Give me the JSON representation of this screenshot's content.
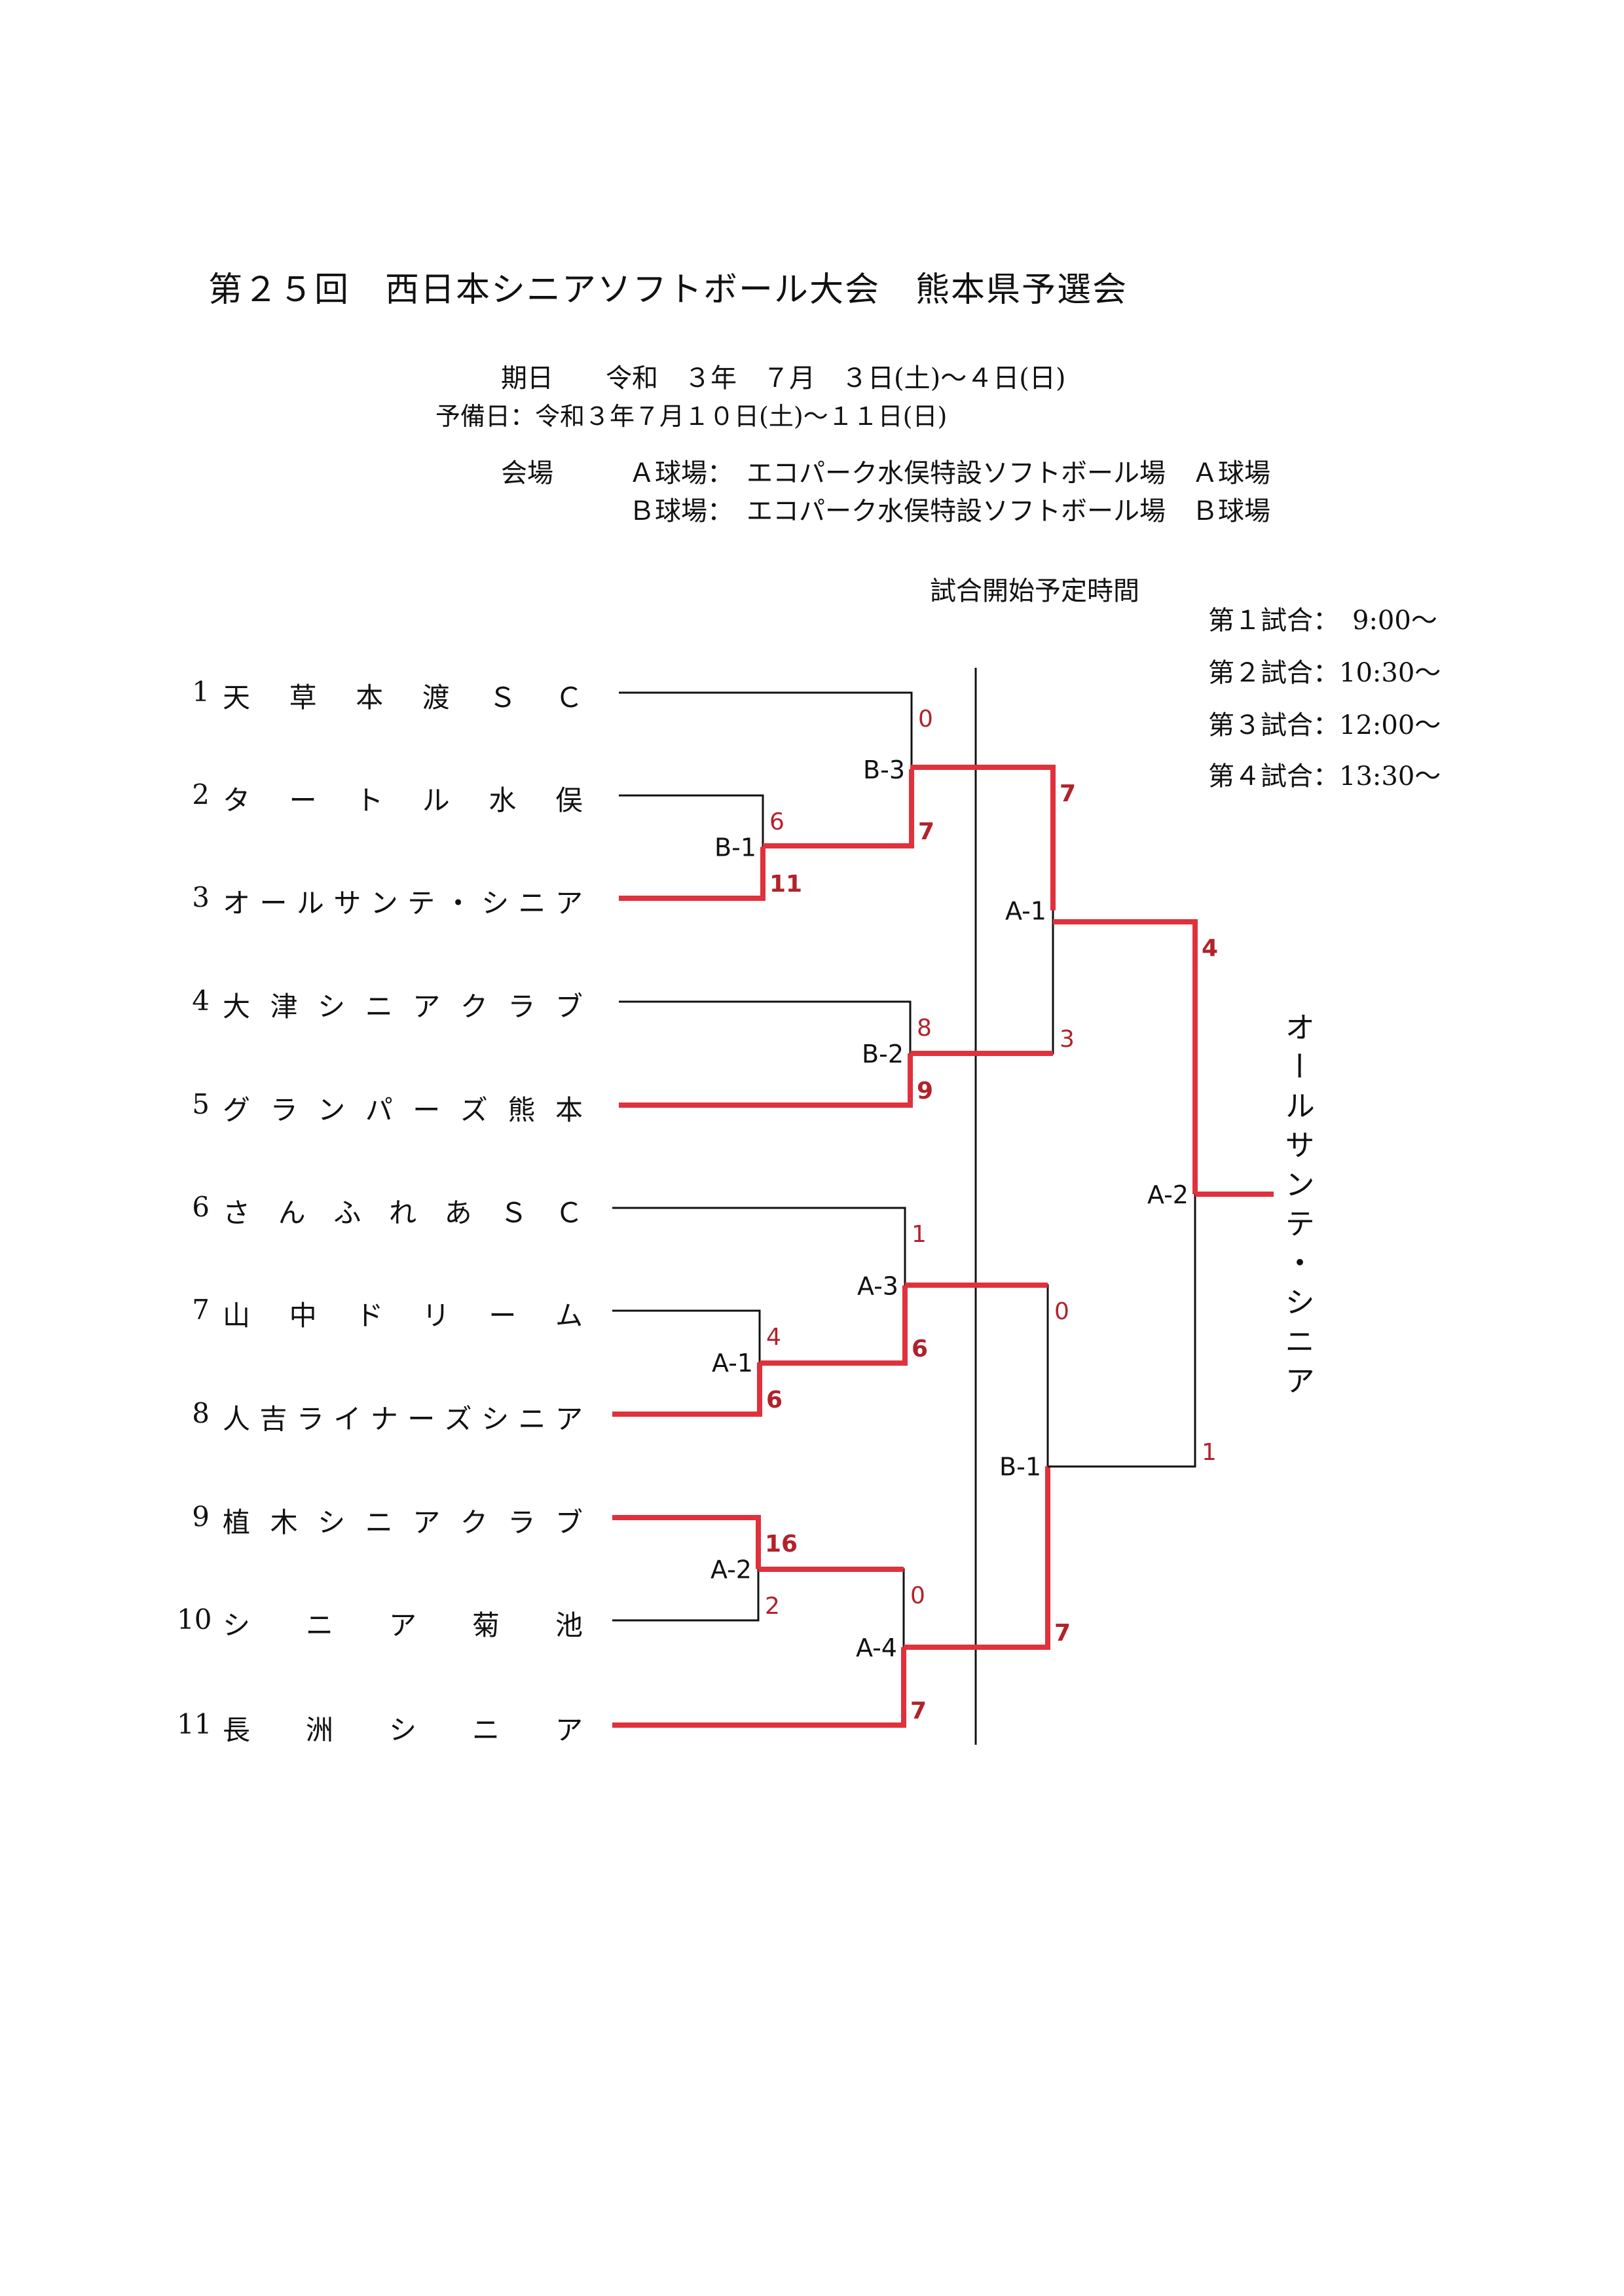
{
  "title": "第２５回　西日本シニアソフトボール大会　熊本県予選会",
  "dates": {
    "main": "期日　　令和　３年　７月　３日(土)～４日(日)",
    "reserve": "予備日：令和３年７月１０日(土)～１１日(日)"
  },
  "venue": {
    "label": "会場",
    "a_field": "Ａ球場：　エコパーク水俣特設ソフトボール場　Ａ球場",
    "b_field": "Ｂ球場：　エコパーク水俣特設ソフトボール場　Ｂ球場"
  },
  "schedule": {
    "header": "試合開始予定時間",
    "items": [
      "第１試合：　9:00～",
      "第２試合：10:30～",
      "第３試合：12:00～",
      "第４試合：13:30～"
    ]
  },
  "teams": [
    {
      "num": "1",
      "name": "天草本渡ＳＣ"
    },
    {
      "num": "2",
      "name": "タートル水俣"
    },
    {
      "num": "3",
      "name": "オールサンテ・シニア"
    },
    {
      "num": "4",
      "name": "大津シニアクラブ"
    },
    {
      "num": "5",
      "name": "グランパーズ熊本"
    },
    {
      "num": "6",
      "name": "さんふれあＳＣ"
    },
    {
      "num": "7",
      "name": "山中ドリーム"
    },
    {
      "num": "8",
      "name": "人吉ライナーズシニア"
    },
    {
      "num": "9",
      "name": "植木シニアクラブ"
    },
    {
      "num": "10",
      "name": "シニア菊池"
    },
    {
      "num": "11",
      "name": "長洲シニア"
    }
  ],
  "matches": [
    {
      "label": "B-1",
      "score_top": "6",
      "score_bottom": "11"
    },
    {
      "label": "B-3",
      "score_top": "0",
      "score_bottom": "7"
    },
    {
      "label": "B-2",
      "score_top": "8",
      "score_bottom": "9"
    },
    {
      "label": "A-1",
      "score_top": "4",
      "score_bottom": "6"
    },
    {
      "label": "A-3",
      "score_top": "1",
      "score_bottom": "6"
    },
    {
      "label": "A-2",
      "score_top": "16",
      "score_bottom": "2"
    },
    {
      "label": "A-4",
      "score_top": "0",
      "score_bottom": "7"
    },
    {
      "label": "A-1",
      "score_top": "7",
      "score_bottom": "3"
    },
    {
      "label": "B-1",
      "score_top": "0",
      "score_bottom": "7"
    },
    {
      "label": "A-2",
      "score_top": "4",
      "score_bottom": "1"
    }
  ],
  "champion": "オールサンテ・シニア",
  "colors": {
    "win_line": "#e0313c",
    "line": "#111111",
    "score": "#b2222b"
  }
}
